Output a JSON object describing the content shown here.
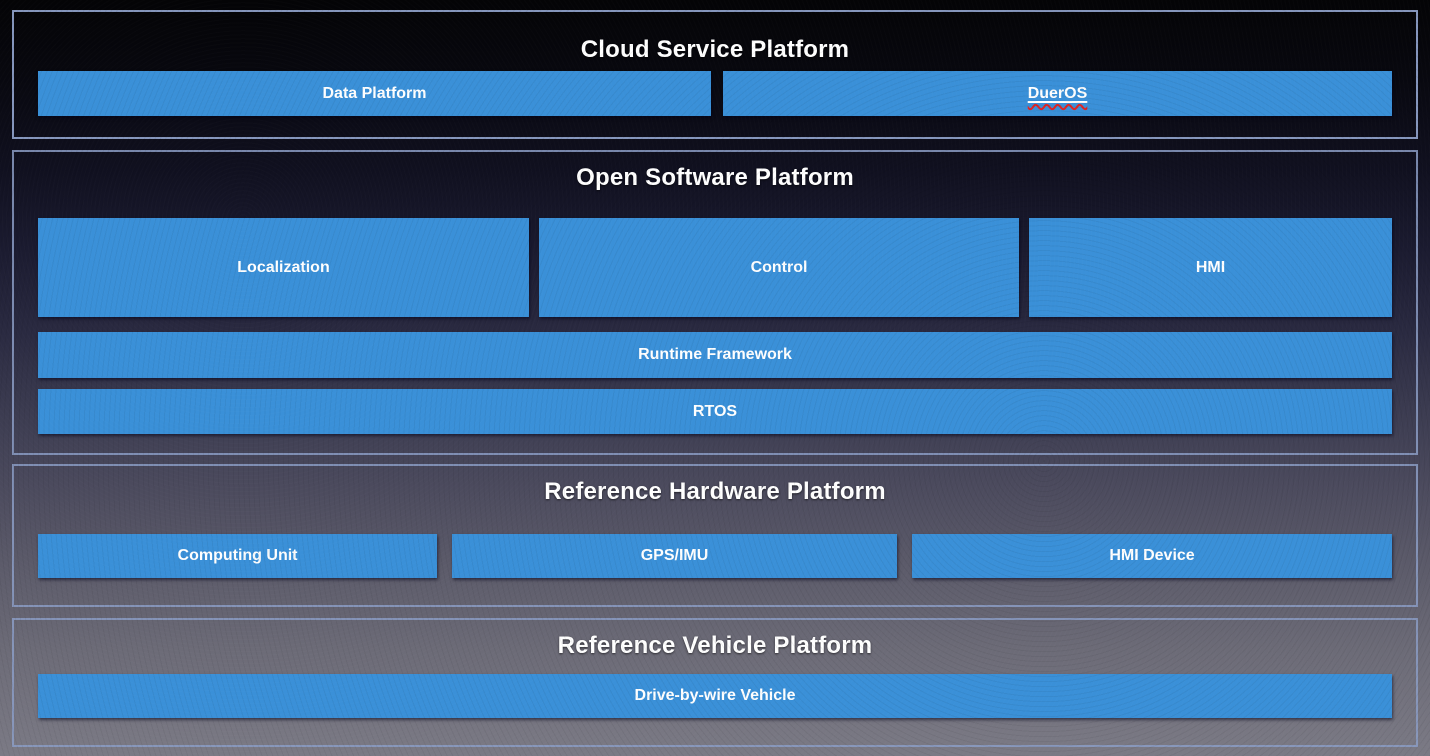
{
  "diagram": {
    "name": "Apollo-style layered platform architecture",
    "colors": {
      "box_blue": "#3a90d8",
      "section_border": "#8b9cc4",
      "title_text": "#ffffff",
      "box_text": "#ffffff",
      "squiggle_red": "#e02424",
      "background_top": "#040406",
      "background_bottom": "#7b7a85"
    },
    "sections": [
      {
        "title": "Cloud Service Platform",
        "boxes": [
          {
            "label": "Data Platform"
          },
          {
            "label": "DuerOS",
            "decoration": "solid-underline-with-red-squiggle"
          }
        ]
      },
      {
        "title": "Open Software Platform",
        "boxes": [
          {
            "label": "Localization"
          },
          {
            "label": "Control"
          },
          {
            "label": "HMI"
          },
          {
            "label": "Runtime Framework"
          },
          {
            "label": "RTOS"
          }
        ]
      },
      {
        "title": "Reference Hardware Platform",
        "boxes": [
          {
            "label": "Computing Unit"
          },
          {
            "label": "GPS/IMU"
          },
          {
            "label": "HMI Device"
          }
        ]
      },
      {
        "title": "Reference Vehicle Platform",
        "boxes": [
          {
            "label": "Drive-by-wire Vehicle"
          }
        ]
      }
    ]
  }
}
